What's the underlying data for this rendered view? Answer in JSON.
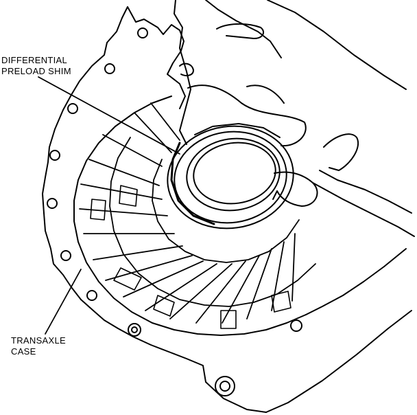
{
  "diagram": {
    "labels": {
      "shim_line1": "DIFFERENTIAL",
      "shim_line2": "PRELOAD SHIM",
      "case_line1": "TRANSAXLE",
      "case_line2": "CASE"
    }
  },
  "colors": {
    "ink": "#000000",
    "paper": "#ffffff"
  }
}
